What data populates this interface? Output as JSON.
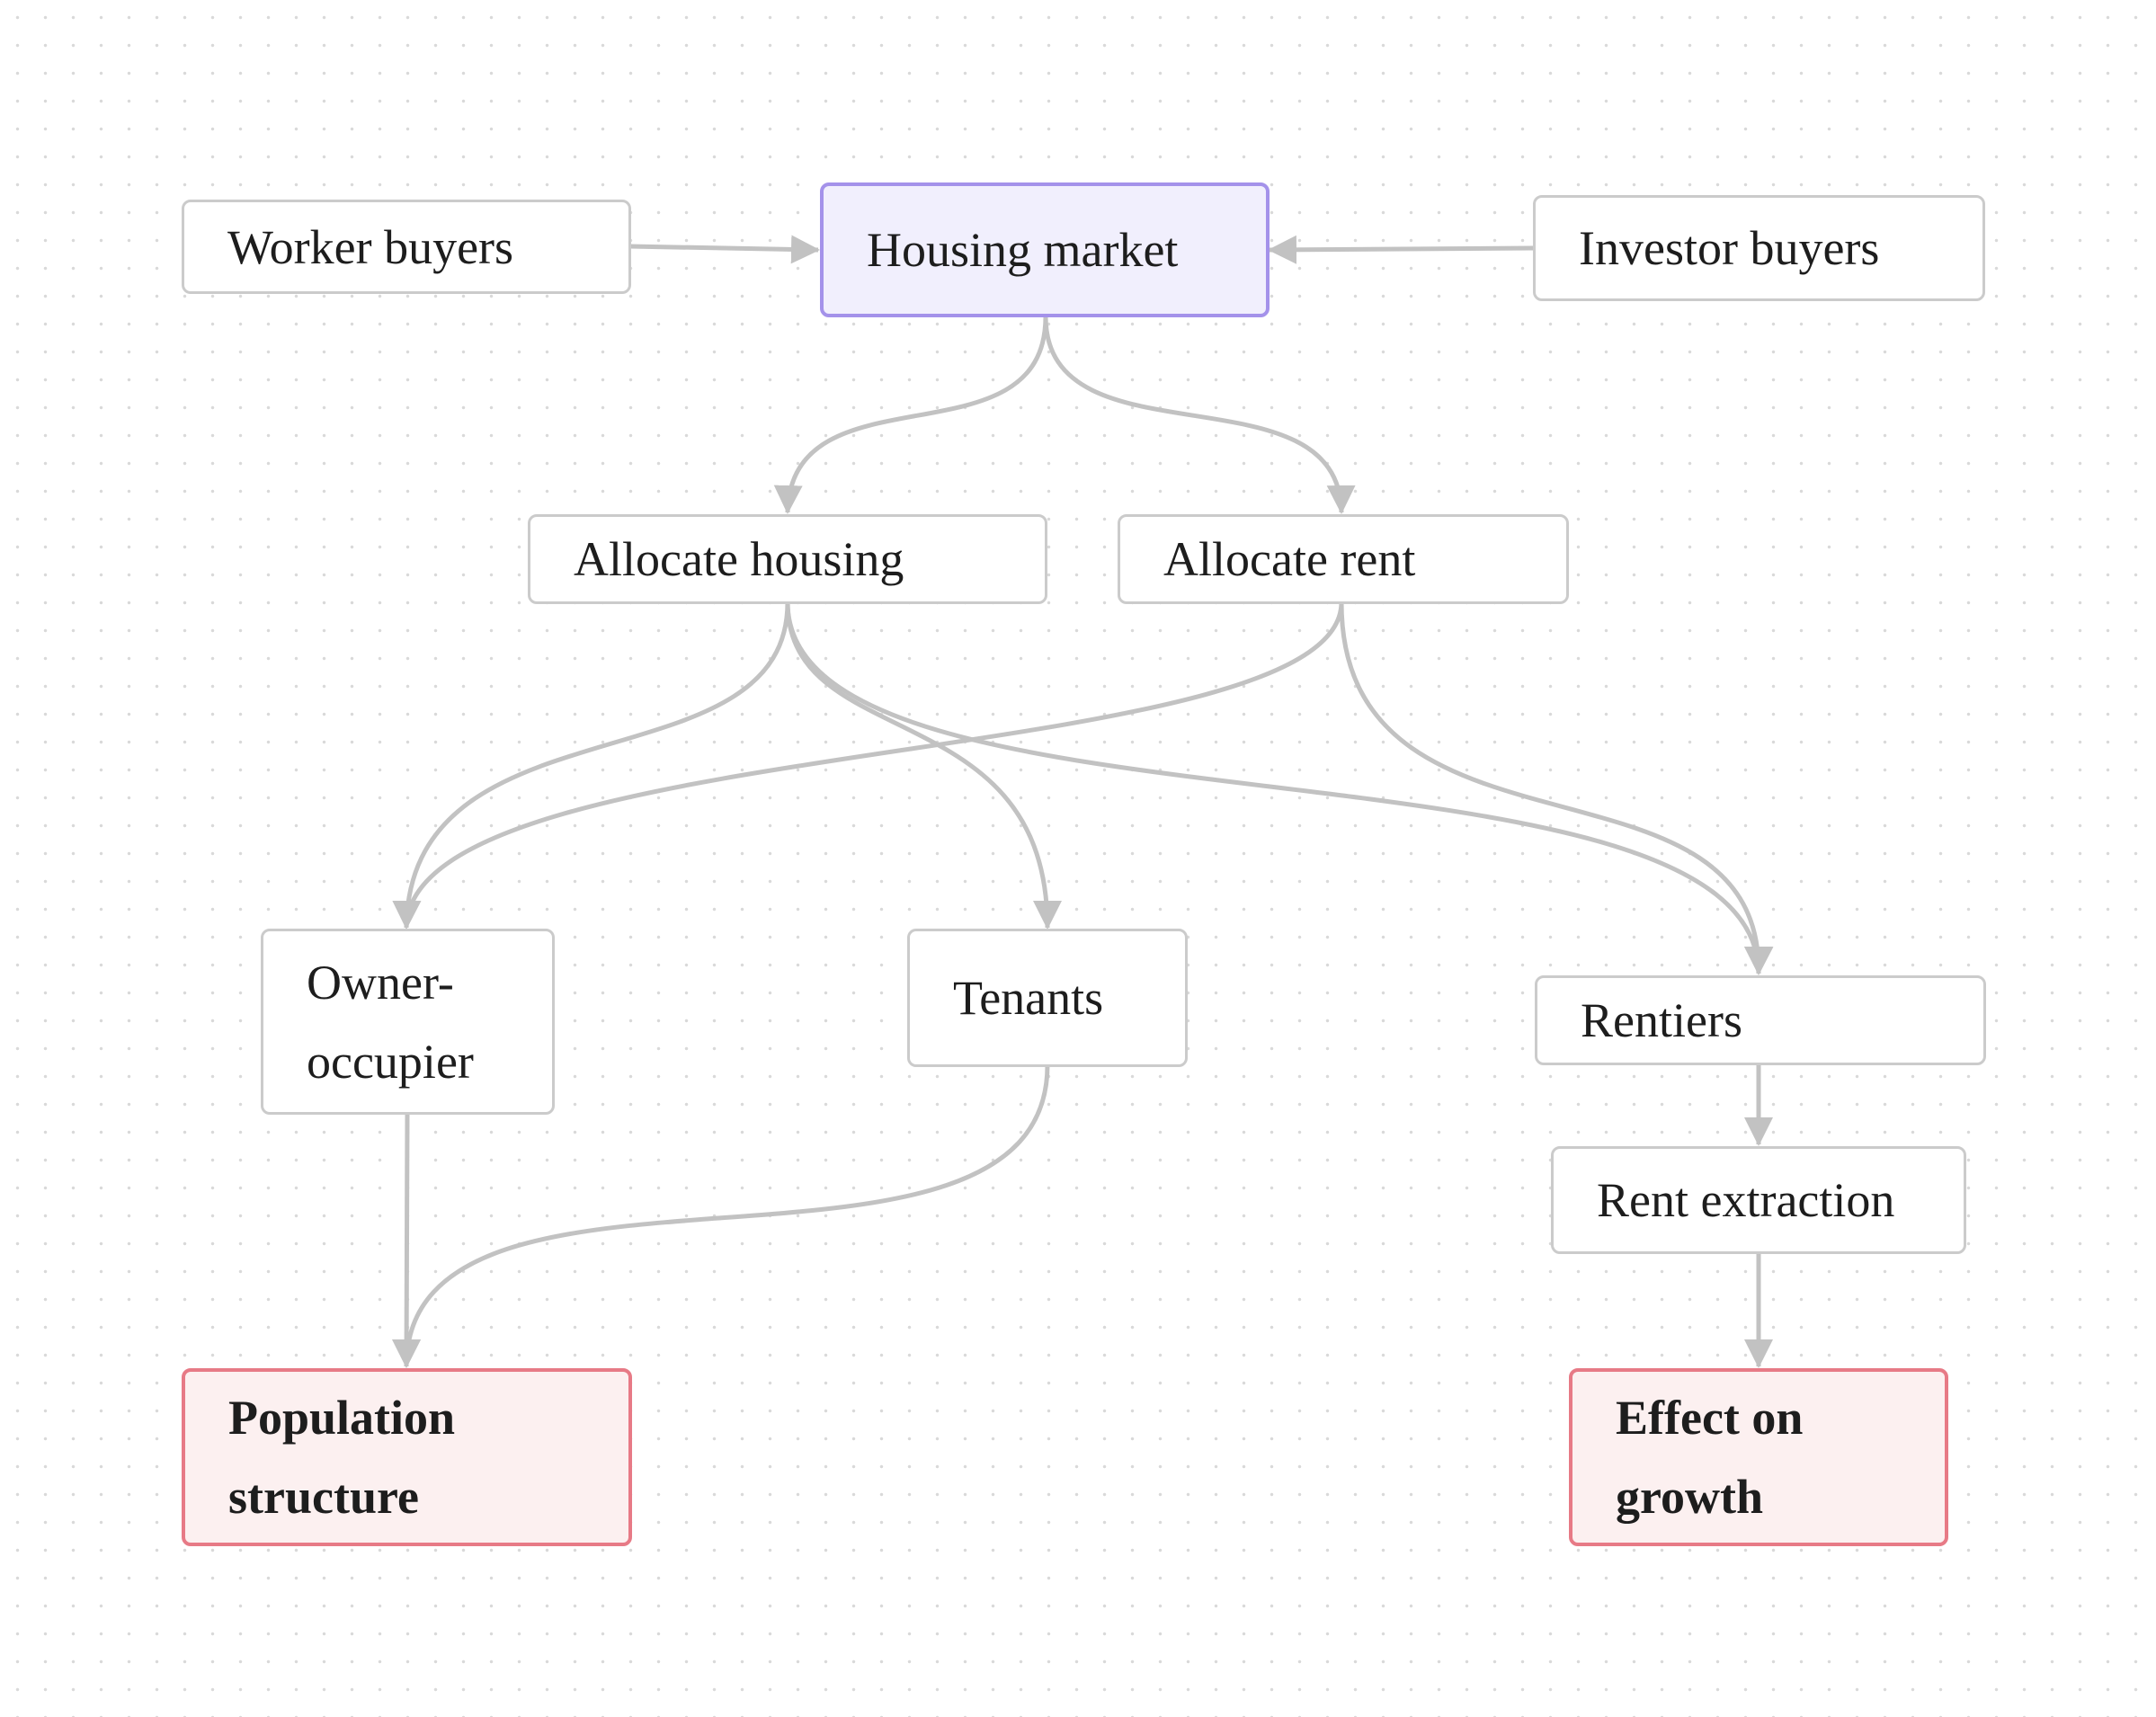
{
  "nodes": {
    "worker_buyers": "Worker buyers",
    "housing_market": "Housing market",
    "investor_buyers": "Investor buyers",
    "allocate_housing": "Allocate housing",
    "allocate_rent": "Allocate rent",
    "owner_occupier_line1": "Owner-",
    "owner_occupier_line2": "occupier",
    "tenants": "Tenants",
    "rentiers": "Rentiers",
    "rent_extraction": "Rent extraction",
    "population_structure_line1": "Population",
    "population_structure_line2": "structure",
    "effect_on_growth_line1": "Effect on",
    "effect_on_growth_line2": "growth"
  },
  "colors": {
    "edge": "#c2c2c2",
    "node_border": "#cbcbcb",
    "focus_fill": "#f1effd",
    "focus_border": "#a492ea",
    "outcome_fill": "#fcf0f0",
    "outcome_border": "#e77a86"
  }
}
